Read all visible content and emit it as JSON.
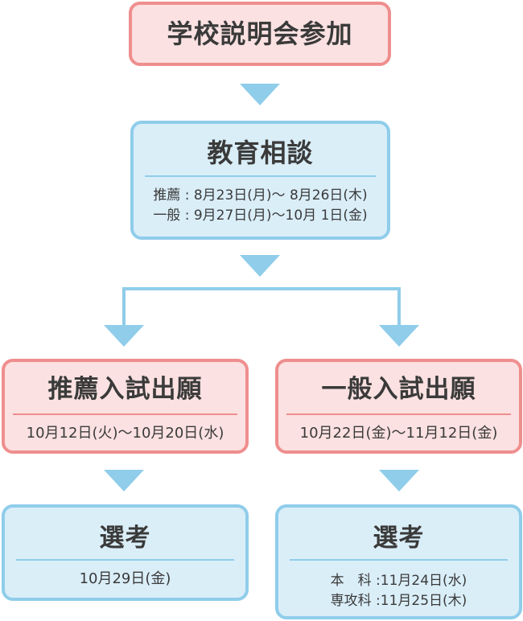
{
  "steps": {
    "info_session": {
      "title": "学校説明会参加"
    },
    "consultation": {
      "title": "教育相談",
      "lines": [
        "推薦 : 8月23日(月)～ 8月26日(木)",
        "一般 : 9月27日(月)～10月 1日(金)"
      ]
    },
    "rec_application": {
      "title": "推薦入試出願",
      "date": "10月12日(火)～10月20日(水)"
    },
    "gen_application": {
      "title": "一般入試出願",
      "date": "10月22日(金)～11月12日(金)"
    },
    "rec_selection": {
      "title": "選考",
      "date": "10月29日(金)"
    },
    "gen_selection": {
      "title": "選考",
      "lines": [
        "本　科 :11月24日(水)",
        "専攻科 :11月25日(木)"
      ]
    }
  },
  "colors": {
    "pink_fill": "#fbe1e1",
    "pink_border": "#ef8e8e",
    "blue_fill": "#daeef8",
    "blue_border": "#8fcdea",
    "arrow": "#8fcdea"
  }
}
